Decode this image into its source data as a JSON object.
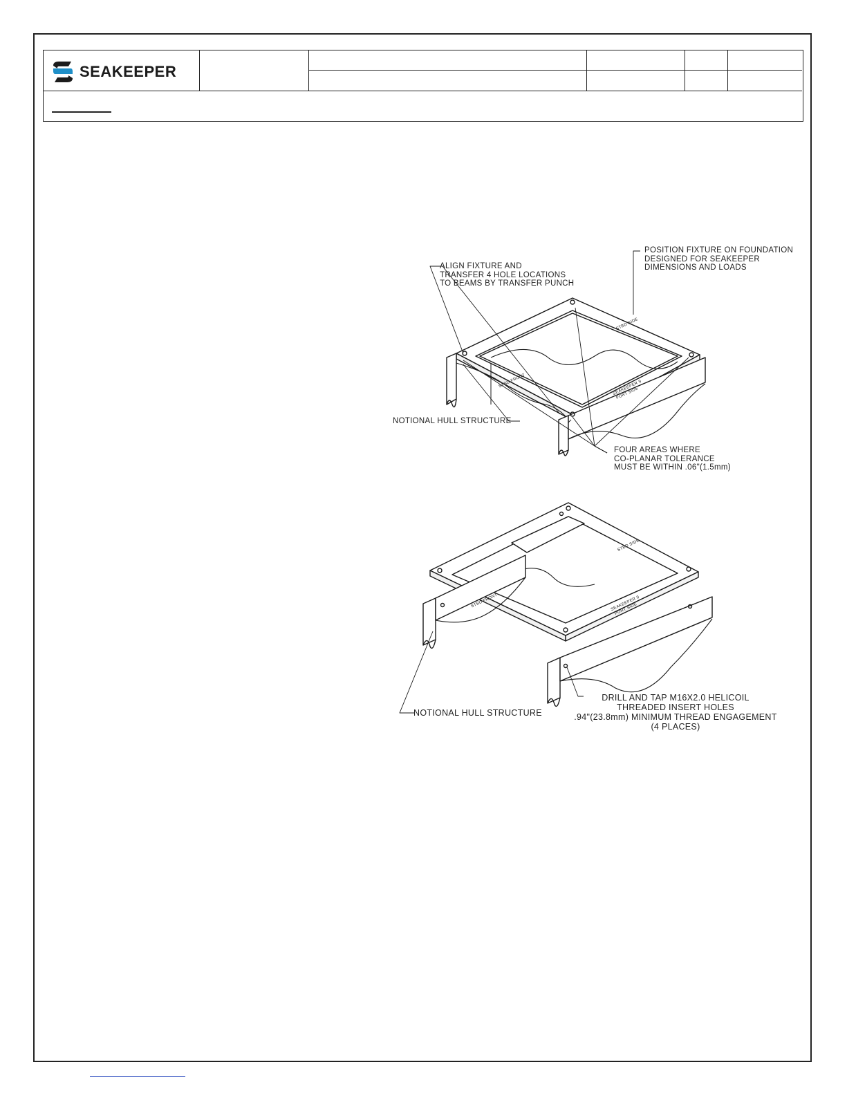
{
  "brand": {
    "name": "SEAKEEPER"
  },
  "callouts": {
    "top_right": [
      "POSITION FIXTURE ON FOUNDATION",
      "DESIGNED FOR SEAKEEPER",
      "DIMENSIONS AND LOADS"
    ],
    "top_left": [
      "ALIGN FIXTURE AND",
      "TRANSFER 4 HOLE LOCATIONS",
      "TO BEAMS BY TRANSFER PUNCH"
    ],
    "hull_1": "NOTIONAL HULL STRUCTURE",
    "four_areas": [
      "FOUR AREAS WHERE",
      "CO-PLANAR TOLERANCE",
      "MUST BE WITHIN .06\"(1.5mm)"
    ],
    "hull_2": "NOTIONAL HULL STRUCTURE",
    "drill": [
      "DRILL AND TAP M16X2.0 HELICOIL",
      "THREADED INSERT HOLES",
      ".94\"(23.8mm) MINIMUM THREAD ENGAGEMENT",
      "(4 PLACES)"
    ]
  },
  "fixture_labels": {
    "top_back": "STBD SIDE",
    "front": "STBD FRONT",
    "side_a": "SEAKEEPER 9",
    "side_b": "PORT SIDE"
  }
}
